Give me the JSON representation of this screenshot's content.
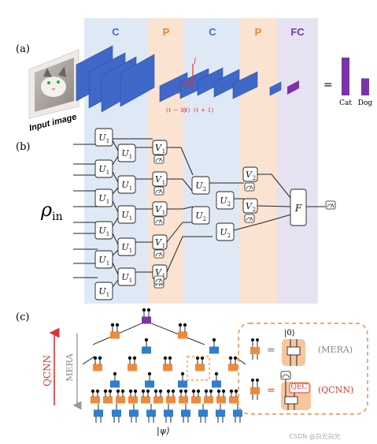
{
  "panel_labels": {
    "a": "(a)",
    "b": "(b)",
    "c": "(c)"
  },
  "bands": {
    "conv1": "C",
    "pool1": "P",
    "conv2": "C",
    "pool2": "P",
    "fc": "FC"
  },
  "colors": {
    "conv_band": "#dfe9f6",
    "pool_band": "#fbe3d2",
    "fc_band": "#e6e2f1",
    "conv_text": "#3f6fc3",
    "pool_text": "#e8833a",
    "fc_text": "#6a3fa6",
    "cnn_block": "#3f68c9",
    "fc_bar": "#7a33a8",
    "red": "#e53030",
    "mera_gray": "#888888",
    "box_orange": "#ee8a3b",
    "box_blue": "#2d7fd0"
  },
  "input_caption": "Input image",
  "kernel_labels": {
    "j": "j",
    "i": "i",
    "prev": "(ℓ − 1)",
    "cur": "(ℓ)",
    "next": "(ℓ + 1)"
  },
  "fc_equals": "=",
  "outputs": [
    "Cat",
    "Dog"
  ],
  "output_levels": [
    1.0,
    0.45
  ],
  "rho_label": "ρin",
  "gates": {
    "U1": "U1",
    "V1": "V1",
    "U2": "U2",
    "V2": "V2",
    "F": "F"
  },
  "axes": {
    "qcnn": "QCNN",
    "mera": "MERA"
  },
  "state_label": "|ψ⟩",
  "legend": {
    "ket0": "|0⟩",
    "eq1": "=",
    "eq2": "=",
    "mera": "(MERA)",
    "qec": "QEC",
    "qcnn": "(QCNN)"
  },
  "watermark": "CSDN @白光白光"
}
